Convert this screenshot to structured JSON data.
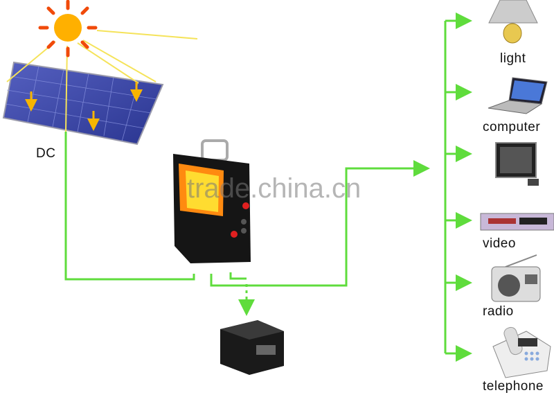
{
  "labels": {
    "dc": "DC",
    "light": "light",
    "computer": "computer",
    "video": "video",
    "radio": "radio",
    "telephone": "telephone"
  },
  "watermark": "trade.china.cn",
  "colors": {
    "wire": "#5fdc3c",
    "sun": "#ff9a00",
    "sun_ray": "#f04a0a",
    "panel": "#3a4aa8",
    "arrow_yellow": "#f7b500",
    "device_box": "#151515"
  }
}
